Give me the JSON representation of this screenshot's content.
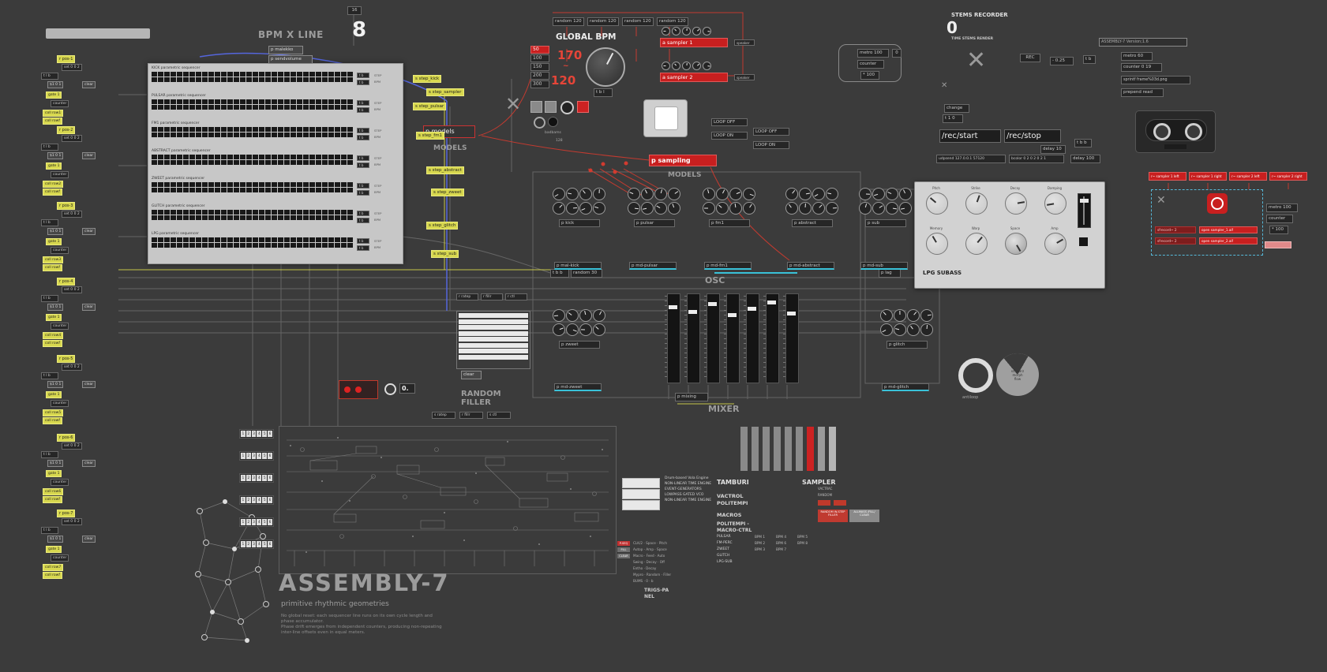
{
  "icons": {
    "x": "✕"
  },
  "header": {
    "bpm_x_line": "BPM X LINE",
    "big_number": "8",
    "tiny_number": "16"
  },
  "panel_top": [
    "p malekko",
    "p sendvolume"
  ],
  "left_clusters": [
    {
      "recv": "r pos-1",
      "set": "set 0 0 2",
      "trig": "t l b",
      "pack": "$1 0 1",
      "clear": "clear",
      "gate": "gate 1",
      "counter": "counter",
      "coll1": "coll row1",
      "coll2": "coll rowf"
    },
    {
      "recv": "r pos-2",
      "set": "set 0 0 2",
      "trig": "t l b",
      "pack": "$1 0 1",
      "clear": "clear",
      "gate": "gate 1",
      "counter": "counter",
      "coll1": "coll row2",
      "coll2": "coll rowf"
    },
    {
      "recv": "r pos-3",
      "set": "set 0 0 2",
      "trig": "t l b",
      "pack": "$1 0 1",
      "clear": "clear",
      "gate": "gate 1",
      "counter": "counter",
      "coll1": "coll row3",
      "coll2": "coll rowf"
    },
    {
      "recv": "r pos-4",
      "set": "set 0 0 2",
      "trig": "t l b",
      "pack": "$1 0 1",
      "clear": "clear",
      "gate": "gate 1",
      "counter": "counter",
      "coll1": "coll row4",
      "coll2": "coll rowf"
    },
    {
      "recv": "r pos-5",
      "set": "set 0 0 2",
      "trig": "t l b",
      "pack": "$1 0 1",
      "clear": "clear",
      "gate": "gate 1",
      "counter": "counter",
      "coll1": "coll row5",
      "coll2": "coll rowf"
    },
    {
      "recv": "r pos-6",
      "set": "set 0 0 2",
      "trig": "t l b",
      "pack": "$1 0 1",
      "clear": "clear",
      "gate": "gate 1",
      "counter": "counter",
      "coll1": "coll row6",
      "coll2": "coll rowf"
    },
    {
      "recv": "r pos-7",
      "set": "set 0 0 2",
      "trig": "t l b",
      "pack": "$1 0 1",
      "clear": "clear",
      "gate": "gate 1",
      "counter": "counter",
      "coll1": "coll row7",
      "coll2": "coll rowf"
    }
  ],
  "sequencers": {
    "sections": [
      "KICK parametric sequencer",
      "PULSAR parametric sequencer",
      "FM1 parametric sequencer",
      "ABSTRACT parametric sequencer",
      "ZWEET parametric sequencer",
      "GLITCH parametric sequencer",
      "LPG parametric sequencer"
    ],
    "side_trigger": "t b",
    "step_label": "STEP",
    "bpm_label": "BPM"
  },
  "sends": [
    "s step_kick",
    "s step_sampler",
    "s step_pulsar",
    "s step_fm1",
    "s step_abstract",
    "s step_zweet",
    "s step_glitch",
    "s step_sub"
  ],
  "global_bpm": {
    "title": "GLOBAL BPM",
    "menu": [
      "50",
      "100",
      "150",
      "200",
      "300"
    ],
    "value_top": "170",
    "tilde": "~",
    "value_bottom": "120",
    "trigger": "t b l"
  },
  "random_boxes": [
    "random 120",
    "random 120",
    "random 120",
    "random 120"
  ],
  "samplers_top": {
    "rows": [
      {
        "label": "a sampler 1",
        "speaker": "speaker"
      },
      {
        "label": "a sampler 2",
        "speaker": "speaker"
      }
    ]
  },
  "models": {
    "p_models": "p models",
    "models_label": "MODELS",
    "badbams": "badbams",
    "count": "128",
    "p_sampling": "p sampling",
    "sampling_models_label": "MODELS",
    "loops": [
      "LOOP OFF",
      "LOOP ON",
      "LOOP OFF",
      "LOOP ON"
    ]
  },
  "modules": {
    "osc": "OSC",
    "p_lag": "p lag",
    "trigger": "t b b",
    "random30": "random 30",
    "clusters": [
      {
        "label": "p kick",
        "send": "p mal-kick"
      },
      {
        "label": "p pulsar",
        "send": "p md-pulsar"
      },
      {
        "label": "p fm1",
        "send": "p md-fm1"
      },
      {
        "label": "p abstract",
        "send": "p md-abstract"
      },
      {
        "label": "p sub",
        "send": "p md-sub"
      },
      {
        "label": "p zweet",
        "send": "p md-zweet"
      },
      {
        "label": "p glitch",
        "send": "p md-glitch"
      }
    ]
  },
  "mixer": {
    "label": "MIXER",
    "p_mixing": "p mixing",
    "fader_count": 7
  },
  "filler": {
    "title1": "RANDOM",
    "title2": "FILLER",
    "numbox": "0.",
    "clear": "clear",
    "top_boxes": [
      "r ratep",
      "r fillr",
      "r ctl"
    ],
    "bottom_boxes": [
      "s ratep",
      "r fillr",
      "s ctl"
    ],
    "white_rows": 8
  },
  "strips": {
    "count": 6,
    "cells": [
      "1",
      "2",
      "3",
      "4",
      "5",
      "6"
    ]
  },
  "footer": {
    "title": "ASSEMBLY-7",
    "subtitle": "primitive rhythmic geometries",
    "paragraph": [
      "No global reset: each sequencer line runs on its own cycle length and",
      "phase accumulator.",
      "Phase drift emerges from independent counters, producing non-repeating",
      "inter-line offsets even in equal meters."
    ]
  },
  "tamburi": {
    "tiny_lines": [
      "Drum-based Vola Engine",
      "NON-LINEAR TIME ENGINE",
      "EVENT-GENERATORS",
      "LOWPASS GATED VCO",
      "NON-LINEAR TIME ENGINE"
    ],
    "tamburi": "TAMBURI",
    "vactrol": "VACTROL",
    "politempi": "POLITEMPI",
    "macros": "MACROS",
    "politempi_macro_1": "POLITEMPI -",
    "politempi_macro_2": "MACRO-CTRL",
    "sampler": "SAMPLER",
    "vactrac": "VACTRAC",
    "random": "RANDOM",
    "bars": [
      "#8a8a8a",
      "#8a8a8a",
      "#8a8a8a",
      "#8a8a8a",
      "#8a8a8a",
      "#8a8a8a",
      "#cc2222",
      "#9a9a9a",
      "#b5b5b5"
    ],
    "chips": [
      {
        "label": "RANDOM W-STEP FILLER",
        "color": "#c03a30"
      },
      {
        "label": "ALLMASS /FILL/ CLEAR",
        "color": "#8a8a8a"
      }
    ]
  },
  "trigs": {
    "rows": [
      "CLK/2 · Space · Pitch",
      "Autop · Amp · Space",
      "Macro · Feed · Auto",
      "Swing · Decay · Off",
      "Entho · Decay",
      "Mypro · Random · Filler",
      "BUMS · 0 · b"
    ],
    "chips": [
      {
        "label": "P-SEQ",
        "color": "#c23333"
      },
      {
        "label": "FILL",
        "color": "#6e6e6e"
      },
      {
        "label": "CLEAR",
        "color": "#6e6e6e"
      }
    ],
    "voices": [
      "PULSAR",
      "FM-PERC",
      "ZWEET",
      "GLITCH",
      "LPG-SUB"
    ],
    "bpms": [
      "BPM 1",
      "BPM 4",
      "BPM 5",
      "BPM 2",
      "BPM 6",
      "BPM 8",
      "BPM 3",
      "BPM 7",
      ""
    ],
    "panel1": "TRIGS-PA",
    "panel2": "NEL"
  },
  "lpg": {
    "top_labels": [
      "Pitch",
      "Strike",
      "Decay",
      "Damping"
    ],
    "bottom_labels": [
      "Memory",
      "Warp",
      "Space",
      "Amp"
    ],
    "footer": "LPG SUBASS"
  },
  "circles": {
    "left_caption": "antiloop",
    "right_lines": [
      "schwarz",
      "morph",
      "flow"
    ]
  },
  "stems": {
    "header": "STEMS RECORDER",
    "zero": "0",
    "sub": "TIME   STEMS RENDER",
    "metro": "metro 100",
    "num": "0",
    "counter": "counter",
    "times": "* 100",
    "rec": "REC",
    "minus": "- 0.25",
    "tb": "t b",
    "version": "ASSEMBLY-7 Version;1.6",
    "metro60": "metro 60",
    "counter019": "counter 0 19",
    "sprintf": "sprintf frame%03d.png",
    "prepend": "prepend read",
    "change": "change",
    "t10": "t 1 0",
    "rec_start": "/rec/start",
    "rec_stop": "/rec/stop",
    "udpsend": "udpsend 127.0.0.1 57120",
    "bcolor": "bcolor 0 2 0 2 0 2 1",
    "delay10": "delay 10",
    "tbb": "t b b",
    "delay100": "delay 100"
  },
  "recorder": {
    "receives": [
      "r~ sampler 1  left",
      "r~ sampler 1  right",
      "r~ sampler 2  left",
      "r~ sampler 2  right"
    ],
    "sfrecords": [
      "sfrecord~ 2",
      "sfrecord~ 2"
    ],
    "opens": [
      "open sampler_1.aif",
      "open sampler_2.aif"
    ],
    "metro": "metro 100",
    "counter": "counter",
    "times": "* 100"
  }
}
